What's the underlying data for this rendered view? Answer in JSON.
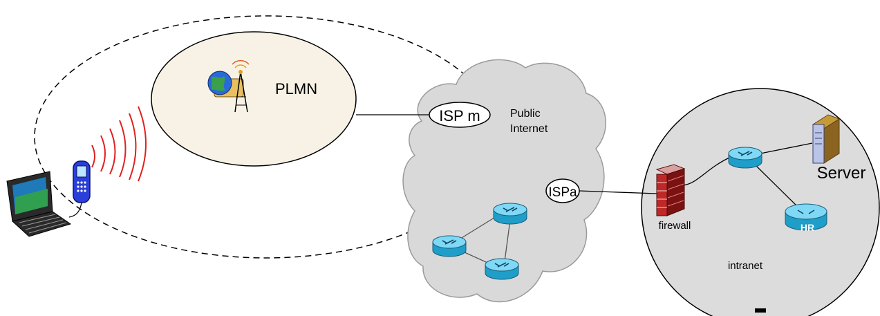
{
  "labels": {
    "plmn": "PLMN",
    "public_internet_line1": "Public",
    "public_internet_line2": "Internet",
    "isp_m": "ISP m",
    "isp_a": "ISPa",
    "server": "Server",
    "firewall": "firewall",
    "hr": "HR",
    "intranet": "intranet"
  },
  "icons": {
    "laptop": "laptop-icon",
    "phone": "mobile-phone-icon",
    "radio_waves": "radio-waves-icon",
    "plmn_tower": "globe-antenna-tower-icon",
    "router": "router-icon",
    "firewall": "brick-firewall-icon",
    "server": "server-tower-icon"
  },
  "colors": {
    "plmn_fill": "#f8f2e6",
    "cloud_fill": "#d9d9d9",
    "intranet_fill": "#dcdcdc",
    "router_top": "#7fd8f5",
    "router_side": "#1e9ec8",
    "radio_waves": "#e02020",
    "firewall_brick": "#b52020",
    "phone_body": "#2a3fd8"
  }
}
